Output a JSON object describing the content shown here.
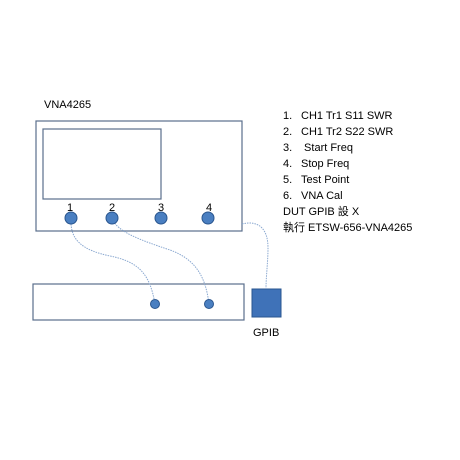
{
  "instrument": {
    "label": "VNA4265"
  },
  "ports": [
    {
      "number": "1"
    },
    {
      "number": "2"
    },
    {
      "number": "3"
    },
    {
      "number": "4"
    }
  ],
  "gpib_box": {
    "label": "GPIB",
    "color": "#3f72b8"
  },
  "colors": {
    "port_fill": "#4a7fc1",
    "port_stroke": "#2a568f",
    "cable": "#8aa8d0",
    "frame": "#5a6f8c"
  },
  "steps": [
    {
      "num": "1.",
      "text": "CH1  Tr1 S11  SWR"
    },
    {
      "num": "2.",
      "text": "CH1  Tr2 S22  SWR"
    },
    {
      "num": "3.",
      "text": " Start Freq"
    },
    {
      "num": "4.",
      "text": "Stop Freq"
    },
    {
      "num": "5.",
      "text": "Test Point"
    },
    {
      "num": "6.",
      "text": "VNA Cal"
    }
  ],
  "notes": {
    "dut_gpib": "DUT GPIB 設 X",
    "execute": "執行 ETSW-656-VNA4265"
  }
}
